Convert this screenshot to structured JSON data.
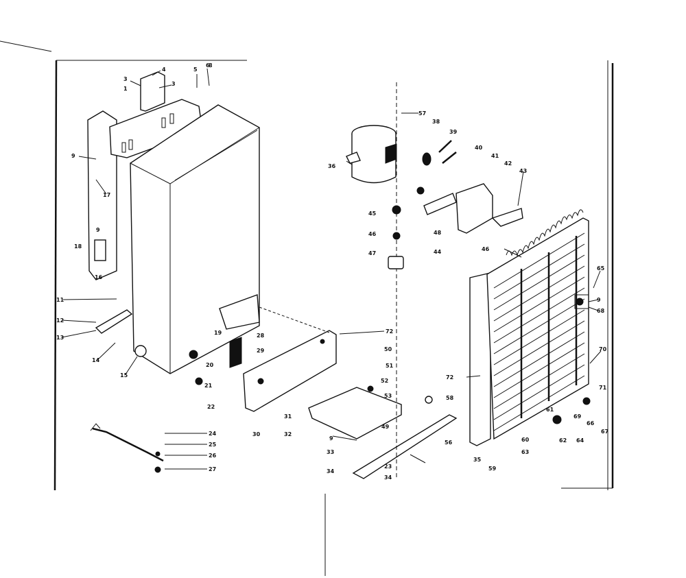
{
  "callouts": [
    {
      "id": "c-3a",
      "text": "3"
    },
    {
      "id": "c-4",
      "text": "4"
    },
    {
      "id": "c-3b",
      "text": "3"
    },
    {
      "id": "c-5",
      "text": "5"
    },
    {
      "id": "c-6",
      "text": "6"
    },
    {
      "id": "c-1",
      "text": "1"
    },
    {
      "id": "c-9",
      "text": "9"
    },
    {
      "id": "c-17",
      "text": "17"
    },
    {
      "id": "c-9b",
      "text": "9"
    },
    {
      "id": "c-18",
      "text": "18"
    },
    {
      "id": "c-16",
      "text": "16"
    },
    {
      "id": "c-11",
      "text": "11"
    },
    {
      "id": "c-12",
      "text": "12"
    },
    {
      "id": "c-13",
      "text": "13"
    },
    {
      "id": "c-14",
      "text": "14"
    },
    {
      "id": "c-15",
      "text": "15"
    },
    {
      "id": "c-19",
      "text": "19"
    },
    {
      "id": "c-20",
      "text": "20"
    },
    {
      "id": "c-21",
      "text": "21"
    },
    {
      "id": "c-22",
      "text": "22"
    },
    {
      "id": "c-28",
      "text": "28"
    },
    {
      "id": "c-29",
      "text": "29"
    },
    {
      "id": "c-24",
      "text": "24"
    },
    {
      "id": "c-25",
      "text": "25"
    },
    {
      "id": "c-26",
      "text": "26"
    },
    {
      "id": "c-27",
      "text": "27"
    },
    {
      "id": "c-30",
      "text": "30"
    },
    {
      "id": "c-72a",
      "text": "72"
    },
    {
      "id": "c-50",
      "text": "50"
    },
    {
      "id": "c-51",
      "text": "51"
    },
    {
      "id": "c-52",
      "text": "52"
    },
    {
      "id": "c-53",
      "text": "53"
    },
    {
      "id": "c-31",
      "text": "31"
    },
    {
      "id": "c-32",
      "text": "32"
    },
    {
      "id": "c-49",
      "text": "49"
    },
    {
      "id": "c-33",
      "text": "33"
    },
    {
      "id": "c-34",
      "text": "34"
    },
    {
      "id": "c-23",
      "text": "23"
    },
    {
      "id": "c-34b",
      "text": "34"
    },
    {
      "id": "c-9c",
      "text": "9"
    },
    {
      "id": "c-57",
      "text": "57"
    },
    {
      "id": "c-58",
      "text": "58"
    },
    {
      "id": "c-36",
      "text": "36"
    },
    {
      "id": "c-38",
      "text": "38"
    },
    {
      "id": "c-39",
      "text": "39"
    },
    {
      "id": "c-40",
      "text": "40"
    },
    {
      "id": "c-41",
      "text": "41"
    },
    {
      "id": "c-42",
      "text": "42"
    },
    {
      "id": "c-43",
      "text": "43"
    },
    {
      "id": "c-45",
      "text": "45"
    },
    {
      "id": "c-46",
      "text": "46"
    },
    {
      "id": "c-47",
      "text": "47"
    },
    {
      "id": "c-48",
      "text": "48"
    },
    {
      "id": "c-44",
      "text": "44"
    },
    {
      "id": "c-46b",
      "text": "46"
    },
    {
      "id": "c-65",
      "text": "65"
    },
    {
      "id": "c-9d",
      "text": "9"
    },
    {
      "id": "c-68",
      "text": "68"
    },
    {
      "id": "c-70",
      "text": "70"
    },
    {
      "id": "c-71",
      "text": "71"
    },
    {
      "id": "c-72b",
      "text": "72"
    },
    {
      "id": "c-56",
      "text": "56"
    },
    {
      "id": "c-35",
      "text": "35"
    },
    {
      "id": "c-59",
      "text": "59"
    },
    {
      "id": "c-60",
      "text": "60"
    },
    {
      "id": "c-63",
      "text": "63"
    },
    {
      "id": "c-62",
      "text": "62"
    },
    {
      "id": "c-64",
      "text": "64"
    },
    {
      "id": "c-66",
      "text": "66"
    },
    {
      "id": "c-67",
      "text": "67"
    },
    {
      "id": "c-69",
      "text": "69"
    },
    {
      "id": "c-61",
      "text": "61"
    },
    {
      "id": "c-8",
      "text": "8"
    }
  ]
}
